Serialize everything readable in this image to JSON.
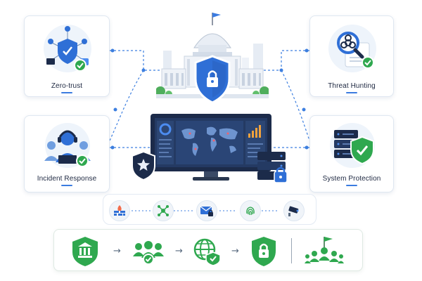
{
  "cards": {
    "zero_trust": {
      "label": "Zero-trust"
    },
    "threat_hunting": {
      "label": "Threat Hunting"
    },
    "incident_response": {
      "label": "Incident Response"
    },
    "system_protection": {
      "label": "System Protection"
    }
  },
  "icons": {
    "capitol": "capitol-building-icon",
    "monitor": "world-map-monitor-icon",
    "badge": "star-shield-icon",
    "servers": "server-lock-icon",
    "row_icons": [
      "firewall-icon",
      "network-icon",
      "secure-mail-icon",
      "fingerprint-icon",
      "camera-icon"
    ],
    "flow_icons": [
      "government-shield-icon",
      "users-check-icon",
      "globe-check-icon",
      "lock-shield-icon",
      "team-flag-icon"
    ]
  },
  "colors": {
    "primary_blue": "#2f6fd6",
    "dark_navy": "#1c2b4a",
    "green": "#2fa84f",
    "light_bg": "#eef4fb"
  }
}
